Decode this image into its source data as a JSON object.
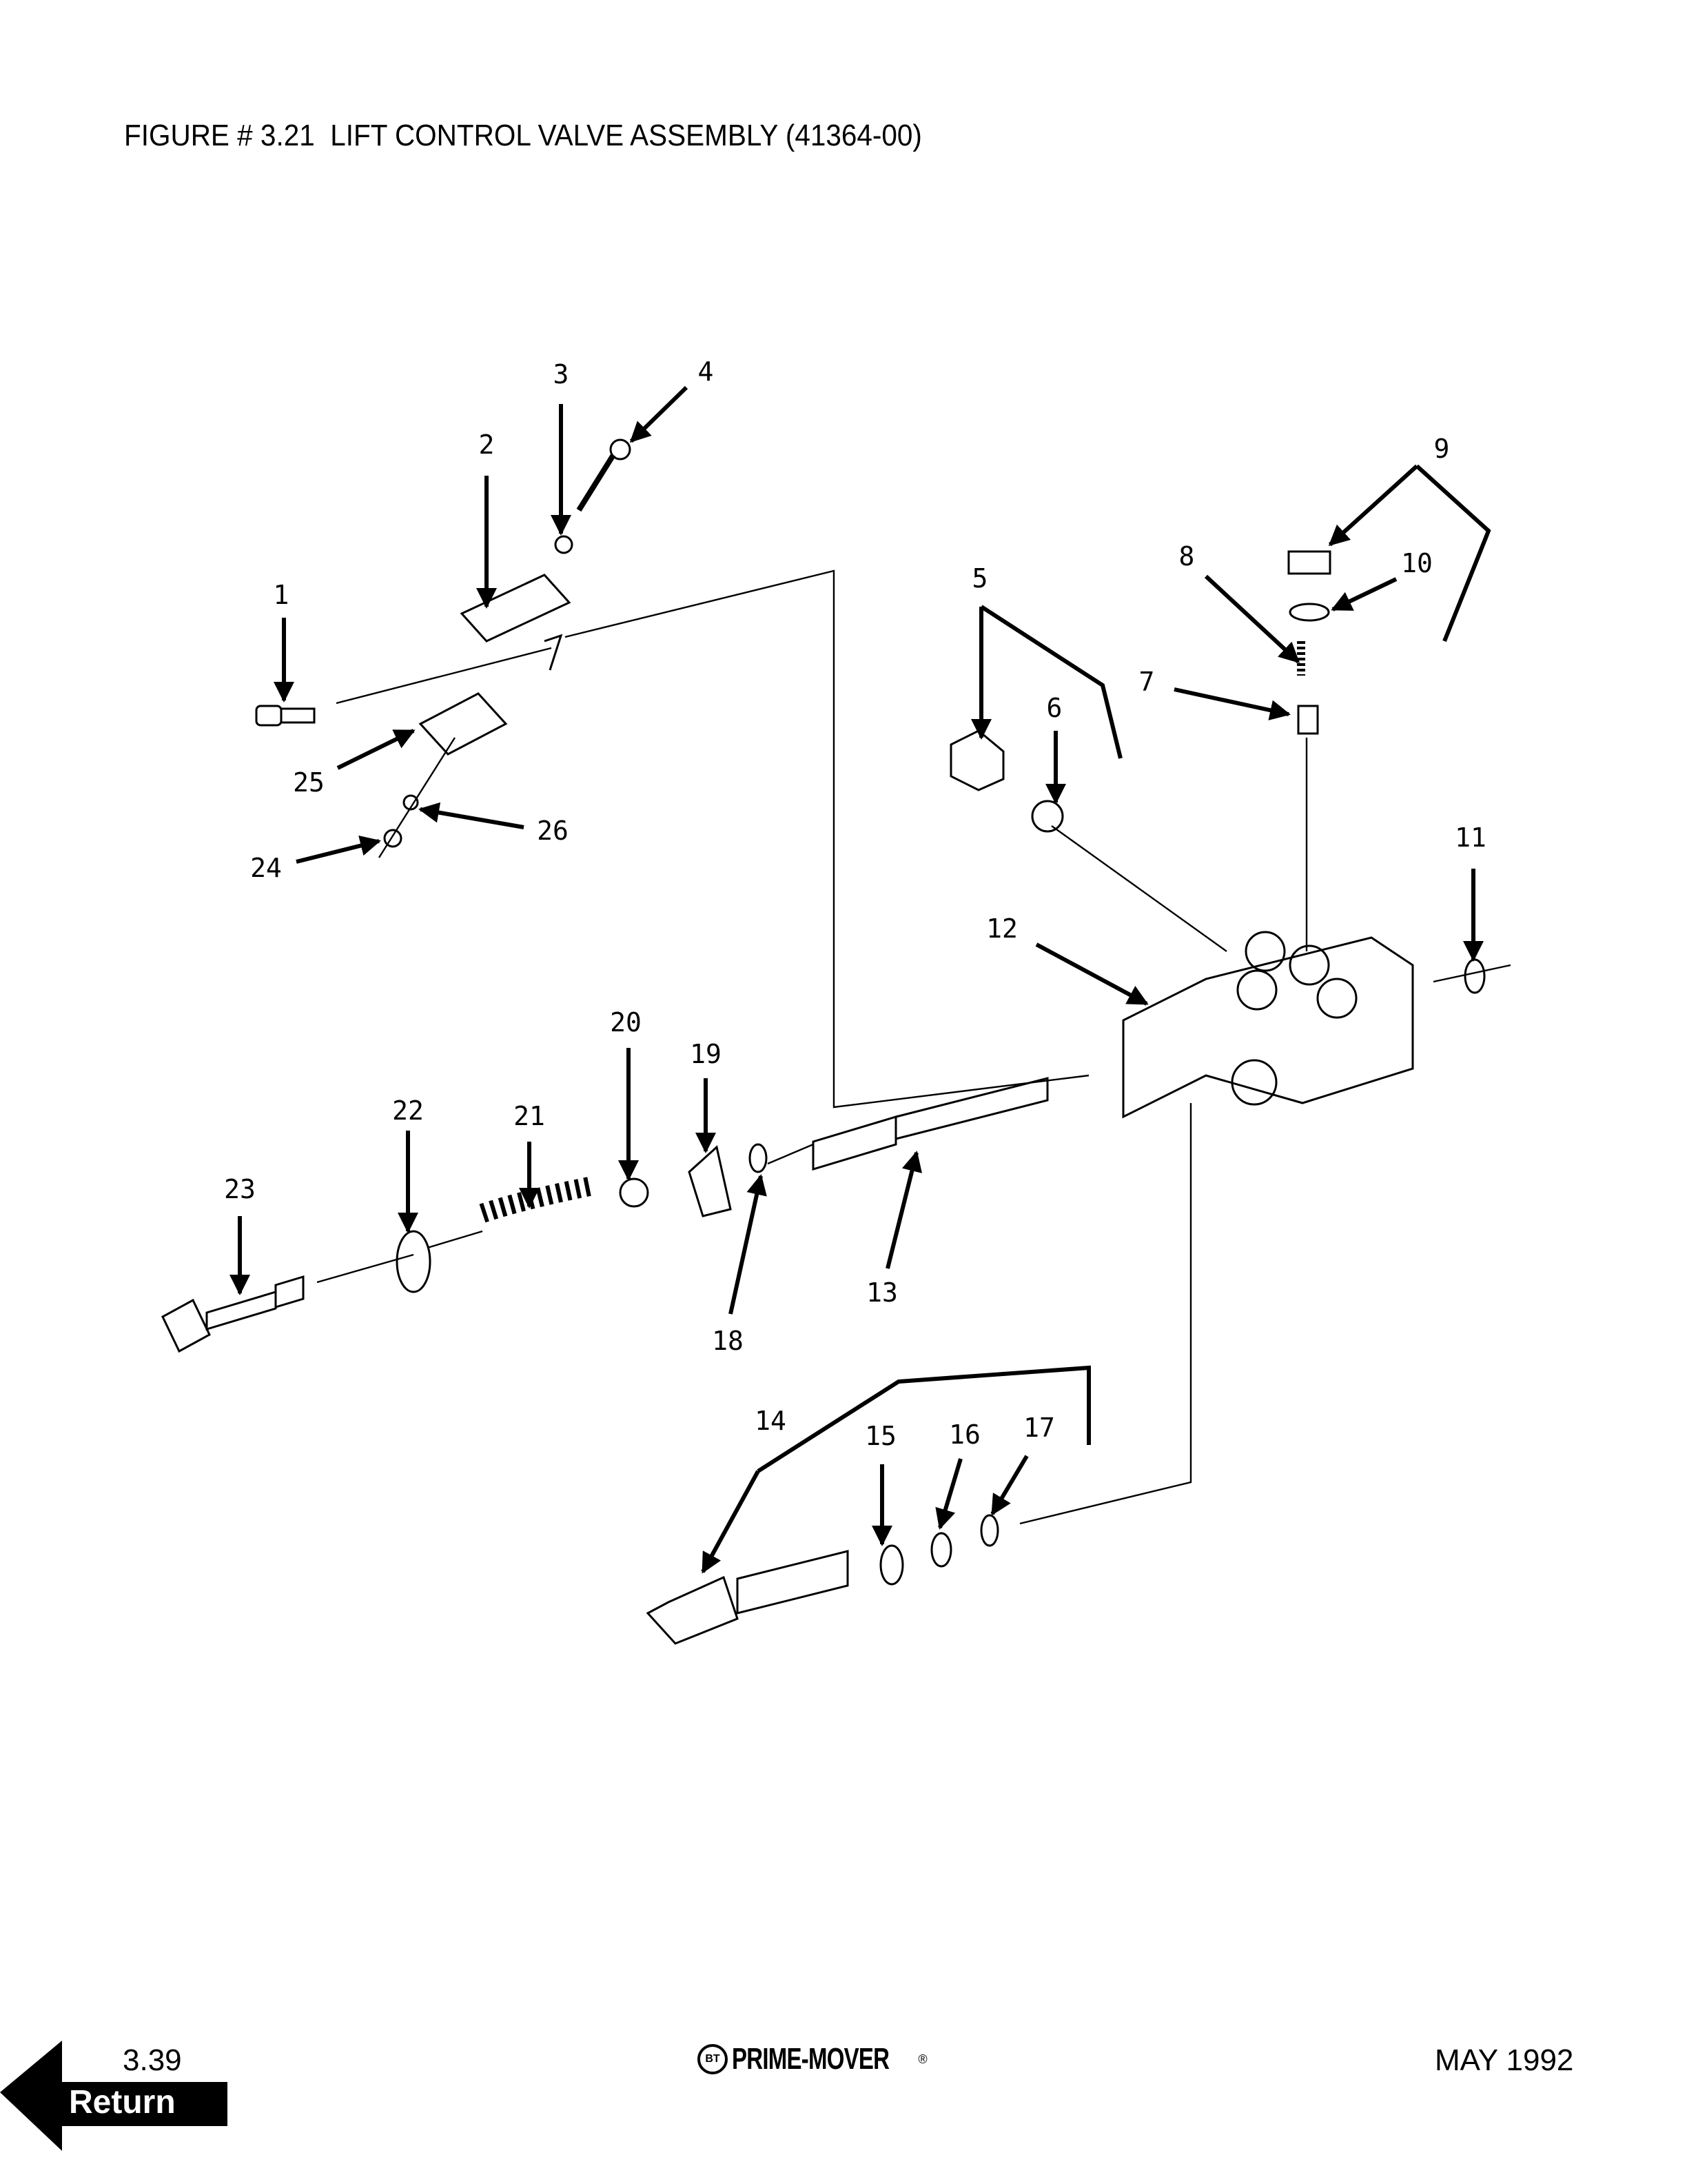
{
  "title": "FIGURE # 3.21  LIFT CONTROL VALVE ASSEMBLY (41364-00)",
  "callouts": [
    "1",
    "2",
    "3",
    "4",
    "5",
    "6",
    "7",
    "8",
    "9",
    "10",
    "11",
    "12",
    "13",
    "14",
    "15",
    "16",
    "17",
    "18",
    "19",
    "20",
    "21",
    "22",
    "23",
    "24",
    "25",
    "26"
  ],
  "footer": {
    "page": "3.39",
    "brand": "PRIME-MOVER",
    "brand_mark": "®",
    "logo_text": "BT",
    "date": "MAY 1992",
    "return_label": "Return"
  }
}
